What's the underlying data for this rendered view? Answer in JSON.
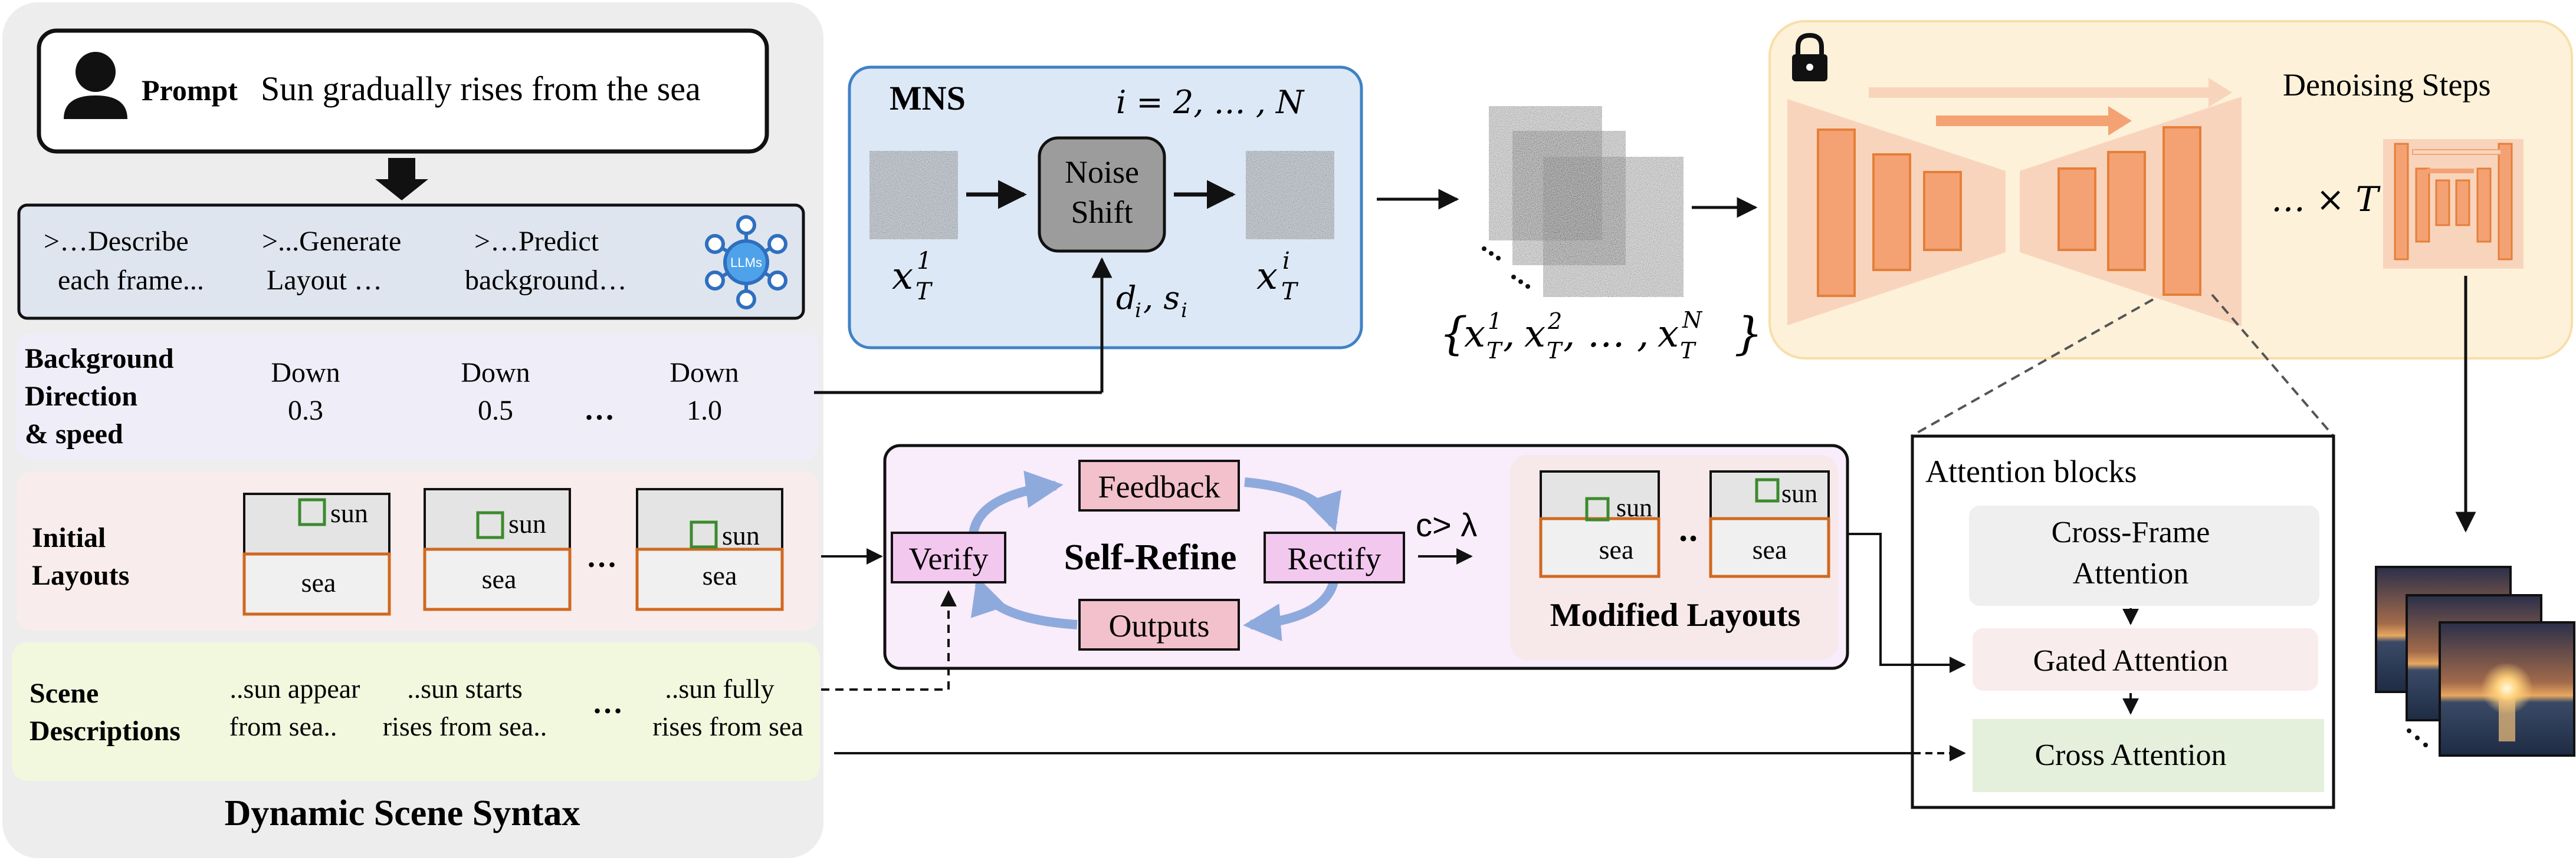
{
  "left_panel": {
    "title": "Dynamic Scene Syntax",
    "prompt_label": "Prompt",
    "prompt_text": "Sun gradually rises from the sea",
    "llm": {
      "instructions": [
        [
          ">…Describe",
          "each frame..."
        ],
        [
          ">...Generate",
          "Layout …"
        ],
        [
          ">…Predict",
          "background…"
        ]
      ],
      "badge": "LLMs"
    },
    "background": {
      "label": [
        "Background",
        "Direction",
        "& speed"
      ],
      "items": [
        [
          "Down",
          "0.3"
        ],
        [
          "Down",
          "0.5"
        ],
        [
          "Down",
          "1.0"
        ]
      ],
      "ellipsis": "…"
    },
    "initial_layouts": {
      "label": [
        "Initial",
        "Layouts"
      ],
      "sun": "sun",
      "sea": "sea",
      "ellipsis": "…"
    },
    "scene": {
      "label": [
        "Scene",
        "Descriptions"
      ],
      "items": [
        [
          "..sun appear",
          "from sea.."
        ],
        [
          "..sun starts",
          "rises  from sea.."
        ],
        [
          "..sun fully",
          "rises from sea"
        ]
      ],
      "ellipsis": "…"
    }
  },
  "mns": {
    "title": "MNS",
    "index": "i = 2, … , N",
    "shift_label": [
      "Noise",
      "Shift"
    ],
    "in_var": "x",
    "params": "d",
    "set_label": "{x¹_T, x²_T, … , xᴺ_T }"
  },
  "refine": {
    "center": "Self-Refine",
    "feedback": "Feedback",
    "verify": "Verify",
    "rectify": "Rectify",
    "outputs": "Outputs",
    "condition": "c> λ",
    "modified_title": "Modified Layouts",
    "sun": "sun",
    "sea": "sea",
    "dots": "‥"
  },
  "denoise": {
    "title": "Denoising Steps",
    "times": "… × T"
  },
  "attention": {
    "title": "Attention blocks",
    "cross_frame": [
      "Cross-Frame",
      "Attention"
    ],
    "gated": "Gated Attention",
    "cross": "Cross Attention"
  },
  "colors": {
    "left_bg": "#ededed",
    "llm_bg": "#dfe5ee",
    "bg_row": "#efedf8",
    "layout_row": "#f8ecec",
    "scene_row": "#f1f8de",
    "mns_bg": "#dde8f6",
    "mns_border": "#3f82c6",
    "refine_bg": "#f9ecfb",
    "pink_box": "#f2c1cc",
    "verify_box": "#f3c8ef",
    "modified_bg": "#f7e8ea",
    "denoise_bg": "#fdf1d9",
    "orange": "#f4a273",
    "orange_light": "#f9d4bc",
    "gated_bg": "#f9ecec",
    "cross_bg": "#e4efdc",
    "crossframe_bg": "#efefef",
    "arrow_blue": "#8eaadc"
  }
}
